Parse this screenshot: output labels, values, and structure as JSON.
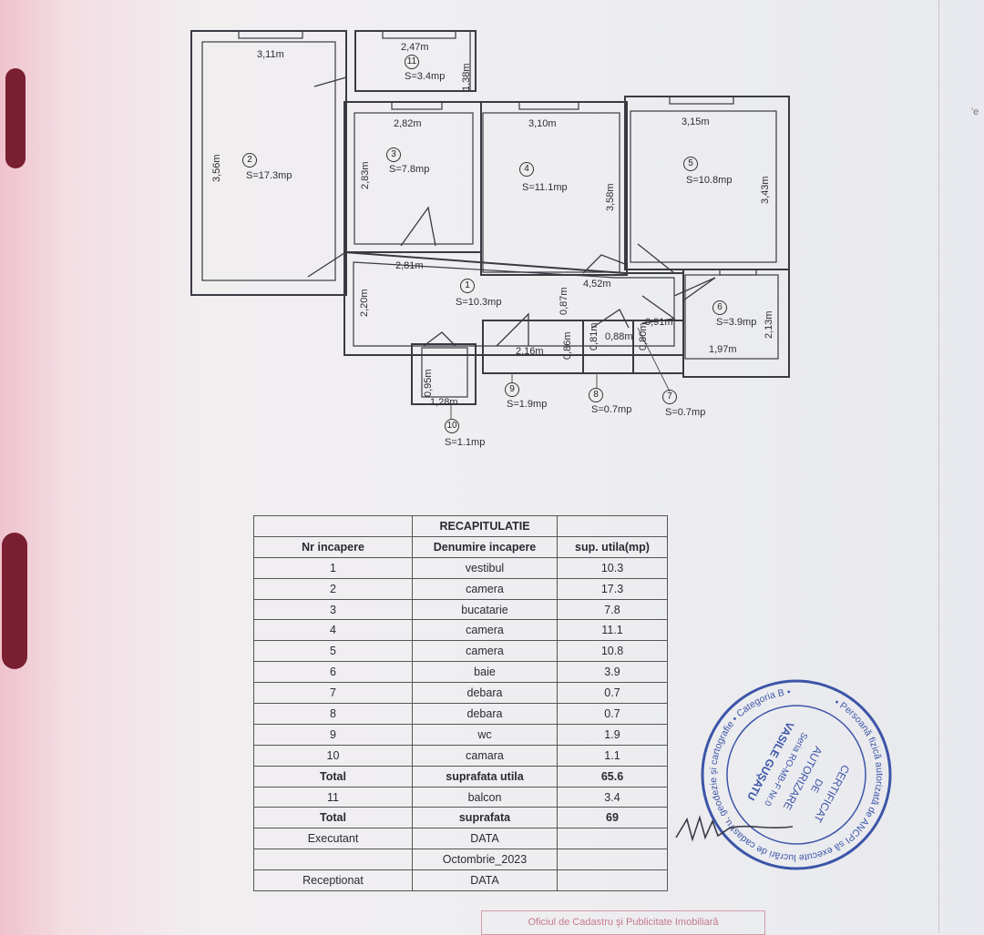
{
  "plan": {
    "rooms": [
      {
        "id": "1",
        "area": "S=10.3mp"
      },
      {
        "id": "2",
        "area": "S=17.3mp"
      },
      {
        "id": "3",
        "area": "S=7.8mp"
      },
      {
        "id": "4",
        "area": "S=11.1mp"
      },
      {
        "id": "5",
        "area": "S=10.8mp"
      },
      {
        "id": "6",
        "area": "S=3.9mp"
      },
      {
        "id": "7",
        "area": "S=0.7mp"
      },
      {
        "id": "8",
        "area": "S=0.7mp"
      },
      {
        "id": "9",
        "area": "S=1.9mp"
      },
      {
        "id": "10",
        "area": "S=1.1mp"
      },
      {
        "id": "11",
        "area": "S=3.4mp"
      }
    ],
    "dims": [
      "3,11m",
      "2,47m",
      "1,38m",
      "2,82m",
      "3,10m",
      "3,15m",
      "3,56m",
      "2,83m",
      "3,58m",
      "3,43m",
      "2,81m",
      "2,20m",
      "4,52m",
      "0,87m",
      "0,91m",
      "2,13m",
      "2,16m",
      "0,86m",
      "0,81m",
      "0,88m",
      "0,80m",
      "1,97m",
      "0,95m",
      "1,28m"
    ]
  },
  "recap": {
    "title": "RECAPITULATIE",
    "headers": [
      "Nr incapere",
      "Denumire incapere",
      "sup. utila(mp)"
    ],
    "rows": [
      [
        "1",
        "vestibul",
        "10.3"
      ],
      [
        "2",
        "camera",
        "17.3"
      ],
      [
        "3",
        "bucatarie",
        "7.8"
      ],
      [
        "4",
        "camera",
        "11.1"
      ],
      [
        "5",
        "camera",
        "10.8"
      ],
      [
        "6",
        "baie",
        "3.9"
      ],
      [
        "7",
        "debara",
        "0.7"
      ],
      [
        "8",
        "debara",
        "0.7"
      ],
      [
        "9",
        "wc",
        "1.9"
      ],
      [
        "10",
        "camara",
        "1.1"
      ],
      [
        "Total",
        "suprafata utila",
        "65.6"
      ],
      [
        "11",
        "balcon",
        "3.4"
      ],
      [
        "Total",
        "suprafata",
        "69"
      ],
      [
        "Executant",
        "DATA",
        ""
      ],
      [
        "",
        "Octombrie_2023",
        ""
      ],
      [
        "Receptionat",
        "DATA",
        ""
      ]
    ]
  },
  "stamp": {
    "outer_text": "• Persoană fizică autorizată de ANCPI să execute lucrări de cadastru, geodezie și cartografie • Categoria B •",
    "line1": "CERTIFICAT",
    "line2": "DE",
    "line3": "AUTORIZARE",
    "line4": "Seria RO-MB-F Nr.0",
    "line5": "VASILE GUŞATU"
  },
  "footer_stamp": "Oficiul de Cadastru şi Publicitate Imobiliară",
  "side_mark": "'e",
  "colors": {
    "ink": "#2d2d35",
    "stamp": "#3c55a8",
    "paper": "#eeeef0"
  }
}
